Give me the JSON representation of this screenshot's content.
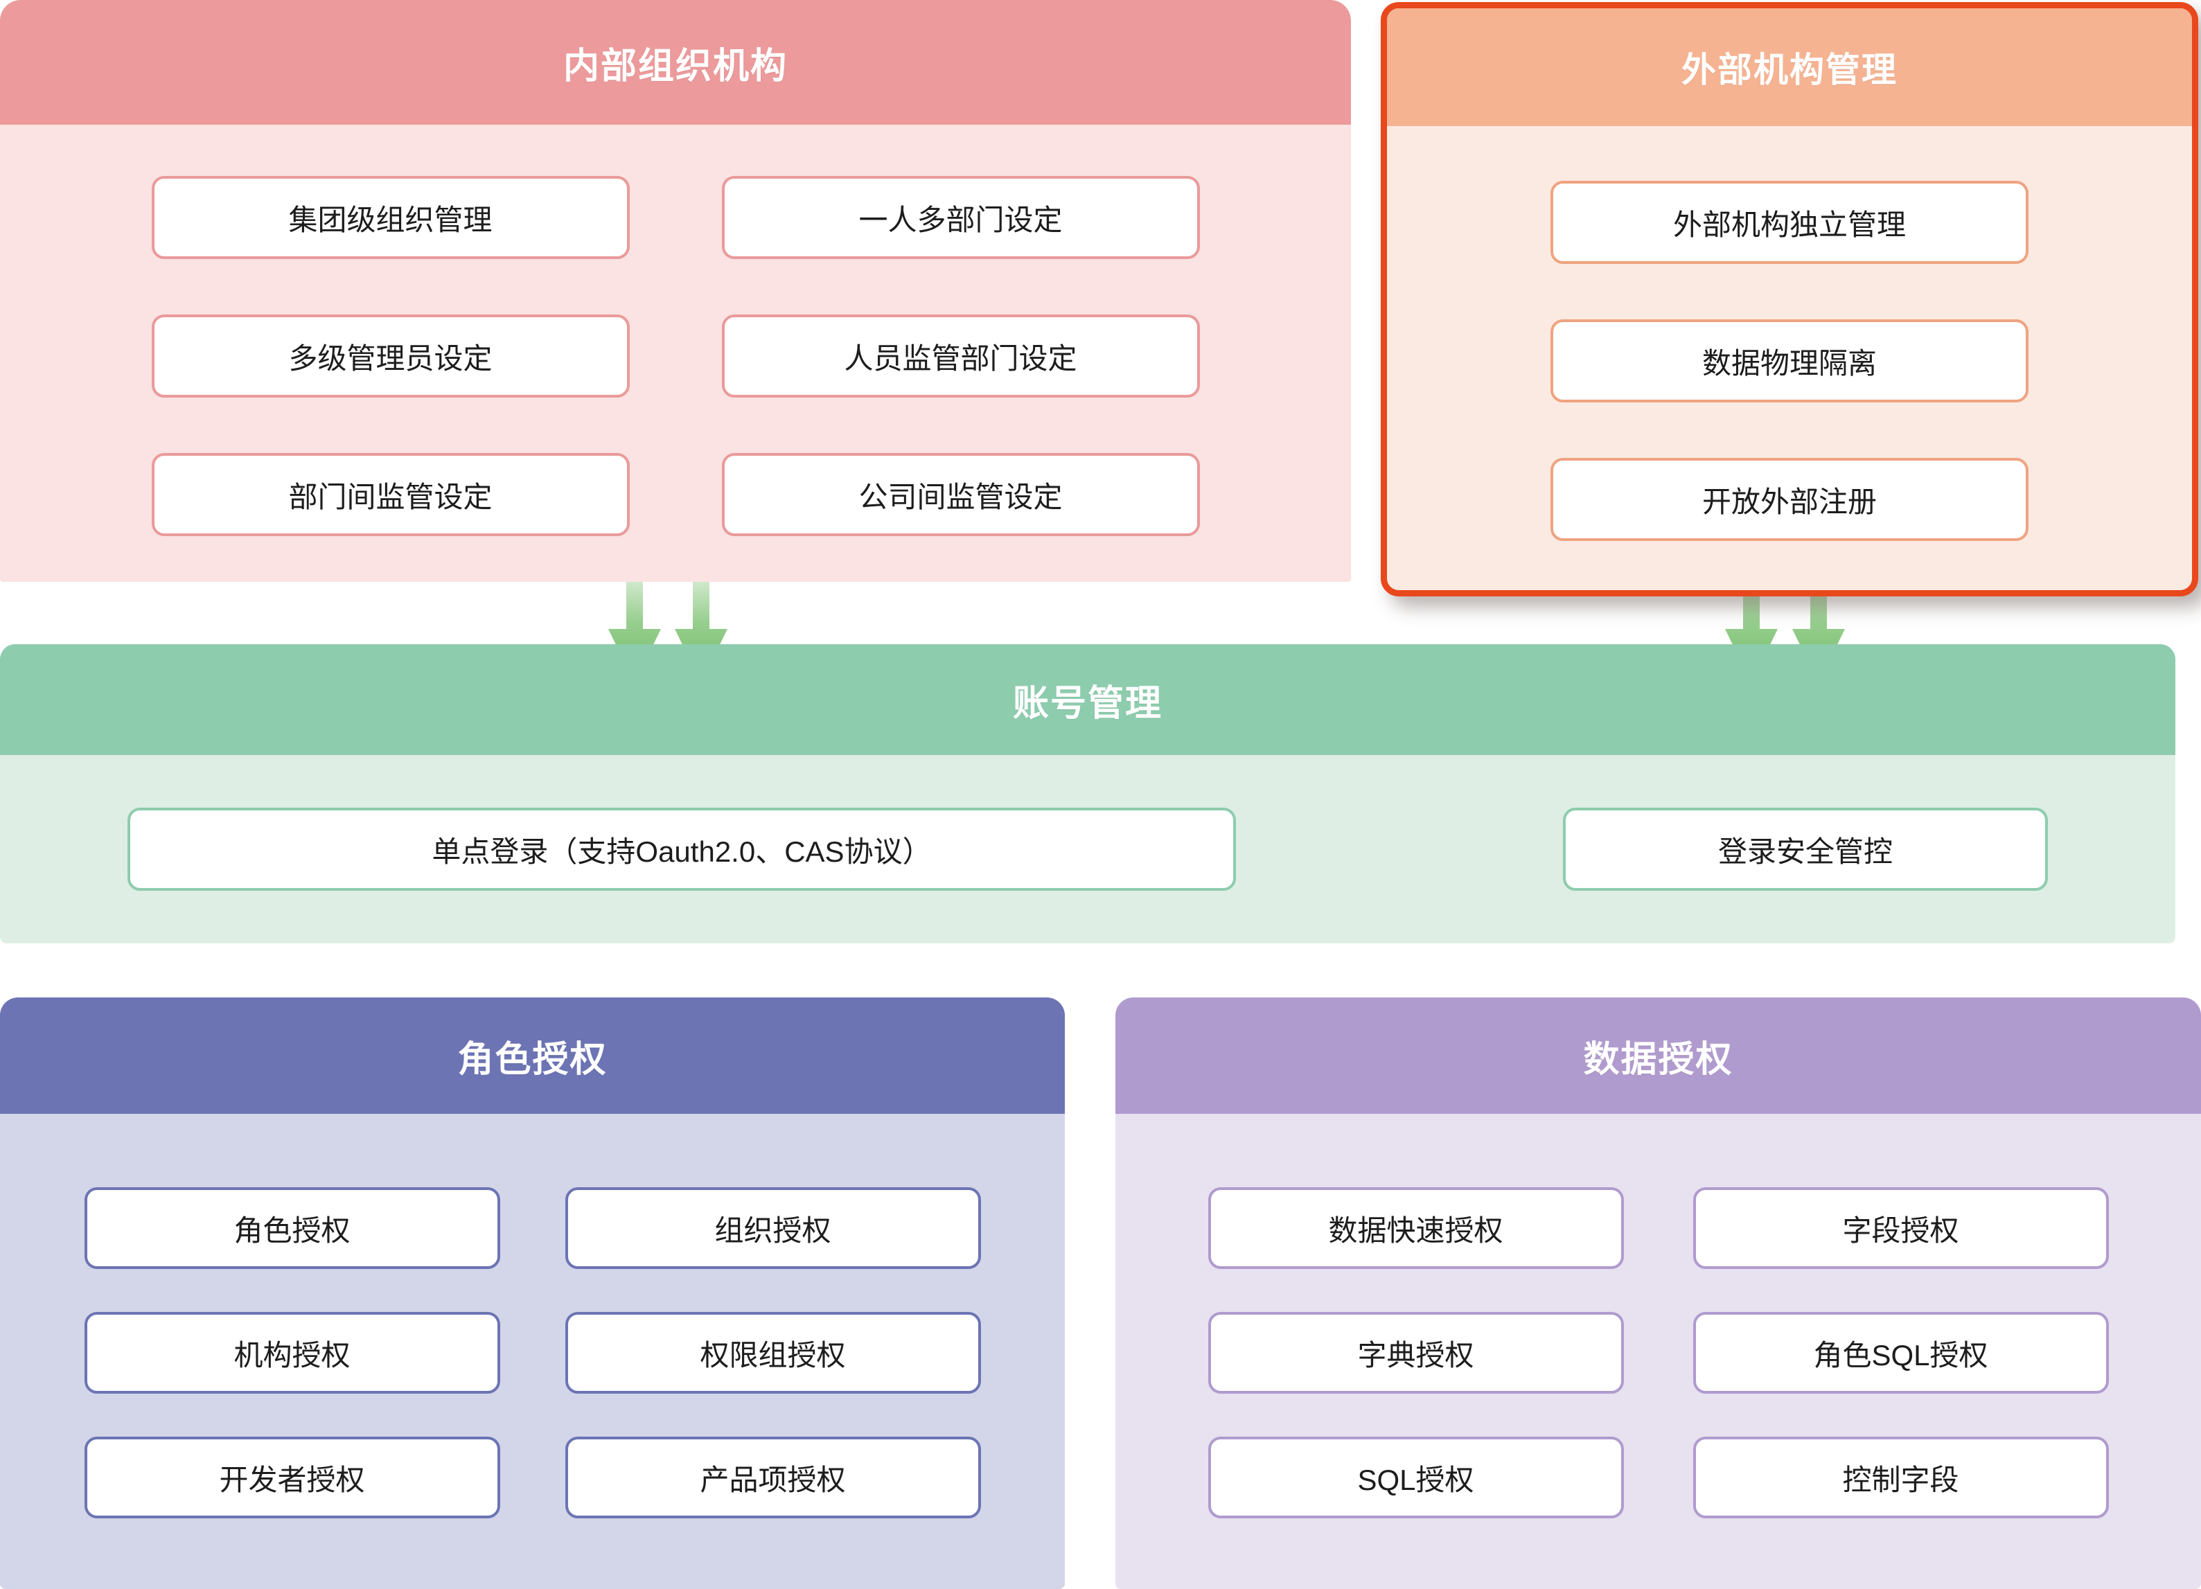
{
  "diagram": {
    "title_internal": "内部组织机构",
    "title_external": "外部机构管理",
    "title_account": "账号管理",
    "title_role": "角色授权",
    "title_data": "数据授权"
  },
  "panels": {
    "internal": {
      "title": "内部组织机构",
      "header_color": "#EC9A9B",
      "body_color": "#FAE3E2",
      "card_border_color": "#EA9A9A",
      "items": [
        "集团级组织管理",
        "一人多部门设定",
        "多级管理员设定",
        "人员监管部门设定",
        "部门间监管设定",
        "公司间监管设定"
      ]
    },
    "external": {
      "title": "外部机构管理",
      "header_color": "#F5B392",
      "body_color": "#FBEAE2",
      "border_color": "#E8481C",
      "card_border_color": "#EFA380",
      "highlighted": "true",
      "items": [
        "外部机构独立管理",
        "数据物理隔离",
        "开放外部注册"
      ]
    },
    "account": {
      "title": "账号管理",
      "header_color": "#8ECCAE",
      "body_color": "#DEEEE4",
      "card_border_color": "#8ECCAE",
      "items": [
        "单点登录（支持Oauth2.0、CAS协议）",
        "登录安全管控"
      ]
    },
    "role": {
      "title": "角色授权",
      "header_color": "#6C74B4",
      "body_color": "#D3D5E9",
      "card_border_color": "#6C74B4",
      "items": [
        "角色授权",
        "组织授权",
        "机构授权",
        "权限组授权",
        "开发者授权",
        "产品项授权"
      ]
    },
    "data": {
      "title": "数据授权",
      "header_color": "#B09BCE",
      "body_color": "#E7E1F0",
      "card_border_color": "#B09BCE",
      "items": [
        "数据快速授权",
        "字段授权",
        "字典授权",
        "角色SQL授权",
        "SQL授权",
        "控制字段"
      ]
    }
  },
  "connectors": {
    "arrow_color": "#6FBB63",
    "arrows": [
      {
        "name": "internal-to-account-1",
        "from": "internal",
        "to": "account"
      },
      {
        "name": "internal-to-account-2",
        "from": "internal",
        "to": "account"
      },
      {
        "name": "external-to-account-1",
        "from": "external",
        "to": "account"
      },
      {
        "name": "external-to-account-2",
        "from": "external",
        "to": "account"
      }
    ]
  }
}
